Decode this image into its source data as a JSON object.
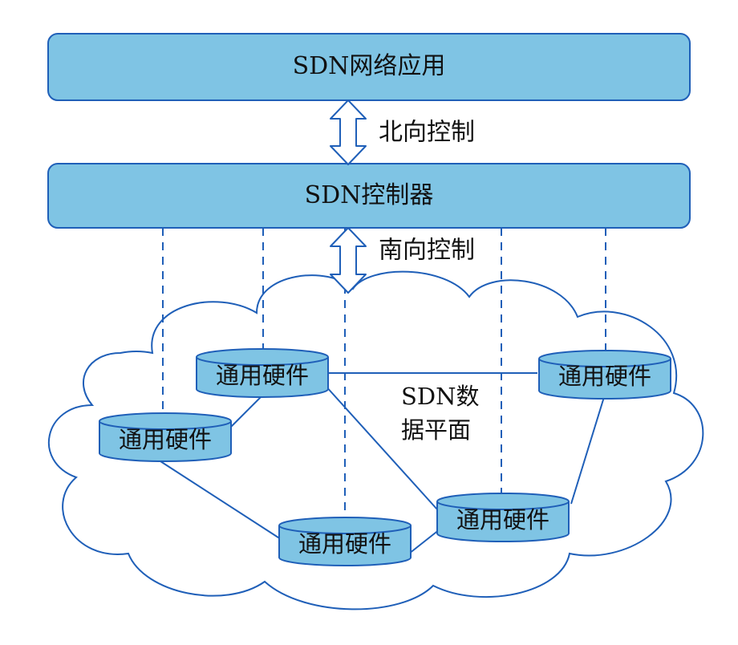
{
  "layers": {
    "application": "SDN网络应用",
    "controller": "SDN控制器"
  },
  "interfaces": {
    "northbound": "北向控制",
    "southbound": "南向控制"
  },
  "data_plane": {
    "line1": "SDN数",
    "line2": "据平面"
  },
  "nodes": [
    {
      "label": "通用硬件"
    },
    {
      "label": "通用硬件"
    },
    {
      "label": "通用硬件"
    },
    {
      "label": "通用硬件"
    },
    {
      "label": "通用硬件"
    }
  ],
  "colors": {
    "box_fill": "#7fc4e4",
    "stroke": "#1f5fb8",
    "arrow_fill": "#ffffff"
  }
}
